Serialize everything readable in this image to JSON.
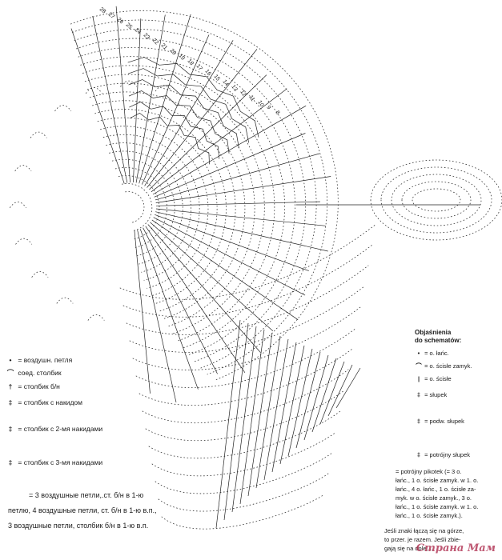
{
  "row_numbers": [
    "28",
    "27",
    "26",
    "25",
    "24",
    "23",
    "22",
    "21",
    "20",
    "19",
    "18",
    "17",
    "16",
    "15",
    "14",
    "13",
    "12",
    "11",
    "10",
    "9",
    "8"
  ],
  "legend_ru": {
    "items": [
      {
        "symbol": "•",
        "text": "= воздушн. петля"
      },
      {
        "symbol": "⌒",
        "text": "соед. столбик"
      },
      {
        "symbol": "†",
        "text": "= столбик б/н"
      },
      {
        "symbol": "‡",
        "text": "= столбик с накидом"
      },
      {
        "symbol": "‡",
        "text": "= столбик с 2-мя накидами"
      },
      {
        "symbol": "‡",
        "text": "= столбик с 3-мя накидами"
      }
    ],
    "picot_lines": [
      "= 3 воздушные петли,.ст. б/н в 1-ю",
      "петлю, 4 воздушные петли, ст. б/н в 1-ю в.п.,",
      "3 воздушные петли, столбик б/н в 1-ю в.п."
    ]
  },
  "legend_pl": {
    "heading": [
      "Objaśnienia",
      "do schematów:"
    ],
    "items": [
      {
        "symbol": "•",
        "text": "= o. łańc."
      },
      {
        "symbol": "⌒",
        "text": "= o. ścisłe zamyk."
      },
      {
        "symbol": "|",
        "text": "= o. ścisłe"
      },
      {
        "symbol": "‡",
        "text": "= słupek"
      },
      {
        "symbol": "‡",
        "text": "= podw. słupek"
      },
      {
        "symbol": "‡",
        "text": "= potrójny słupek"
      }
    ],
    "picot_lines": [
      "= potrójny pikotek (= 3 o.",
      "łańc., 1 o. ścisłe zamyk. w 1. o.",
      "łańc., 4 o. łańc., 1 o. ścisłe za-",
      "myk. w o. ścisłe zamyk., 3 o.",
      "łańc., 1 o. ścisłe zamyk. w 1. o.",
      "łańc., 1 o. ścisłe zamyk.)."
    ],
    "note_lines": [
      "Jeśli znaki łączą się na górze,",
      "to przer. je razem. Jeśli zbie-",
      "gają się na dole,..."
    ]
  },
  "watermark": "Страна Мам"
}
